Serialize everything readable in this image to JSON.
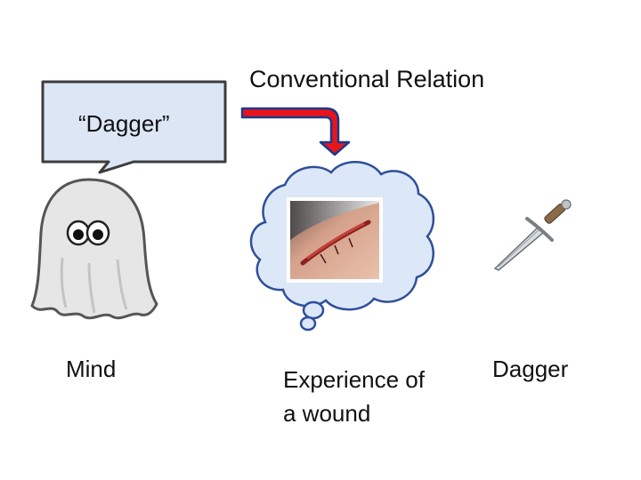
{
  "speech_bubble": {
    "text": "“Dagger”"
  },
  "arrow": {
    "label": "Conventional Relation",
    "color": "#e8141c",
    "outline": "#1a3a8c"
  },
  "ghost": {
    "label": "Mind",
    "icon": "ghost-icon"
  },
  "thought": {
    "label_line1": "Experience of",
    "label_line2": "a wound",
    "image": "wound-photo"
  },
  "dagger": {
    "label": "Dagger",
    "icon": "dagger-icon"
  },
  "colors": {
    "bubble_fill": "#dce6f4",
    "bubble_stroke": "#3d3d3d",
    "cloud_fill": "#dce8f8",
    "cloud_stroke": "#2f4f9a"
  }
}
